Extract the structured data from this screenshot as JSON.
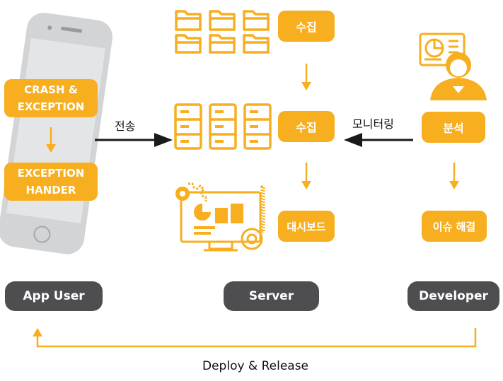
{
  "colors": {
    "accent": "#f7ae1f",
    "role_bg": "#4e4e50",
    "phone": "#d6d7d9",
    "arrow": "#1a1a1a"
  },
  "phone": {
    "top_box": {
      "line1": "CRASH &",
      "line2": "EXCEPTION"
    },
    "bottom_box": {
      "line1": "EXCEPTION",
      "line2": "HANDER"
    }
  },
  "server": {
    "collect_top": "수집",
    "collect_mid": "수집",
    "dashboard": "대시보드"
  },
  "developer": {
    "analyze": "분석",
    "resolve": "이슈 해결"
  },
  "arrows": {
    "send": "전송",
    "monitor": "모니터링"
  },
  "roles": {
    "app_user": "App User",
    "server": "Server",
    "developer": "Developer"
  },
  "footer": {
    "deploy": "Deploy & Release"
  },
  "icons": [
    "folder-icon",
    "server-rack-icon",
    "dashboard-monitor-icon",
    "gear-icon",
    "developer-avatar-icon",
    "phone-icon"
  ]
}
